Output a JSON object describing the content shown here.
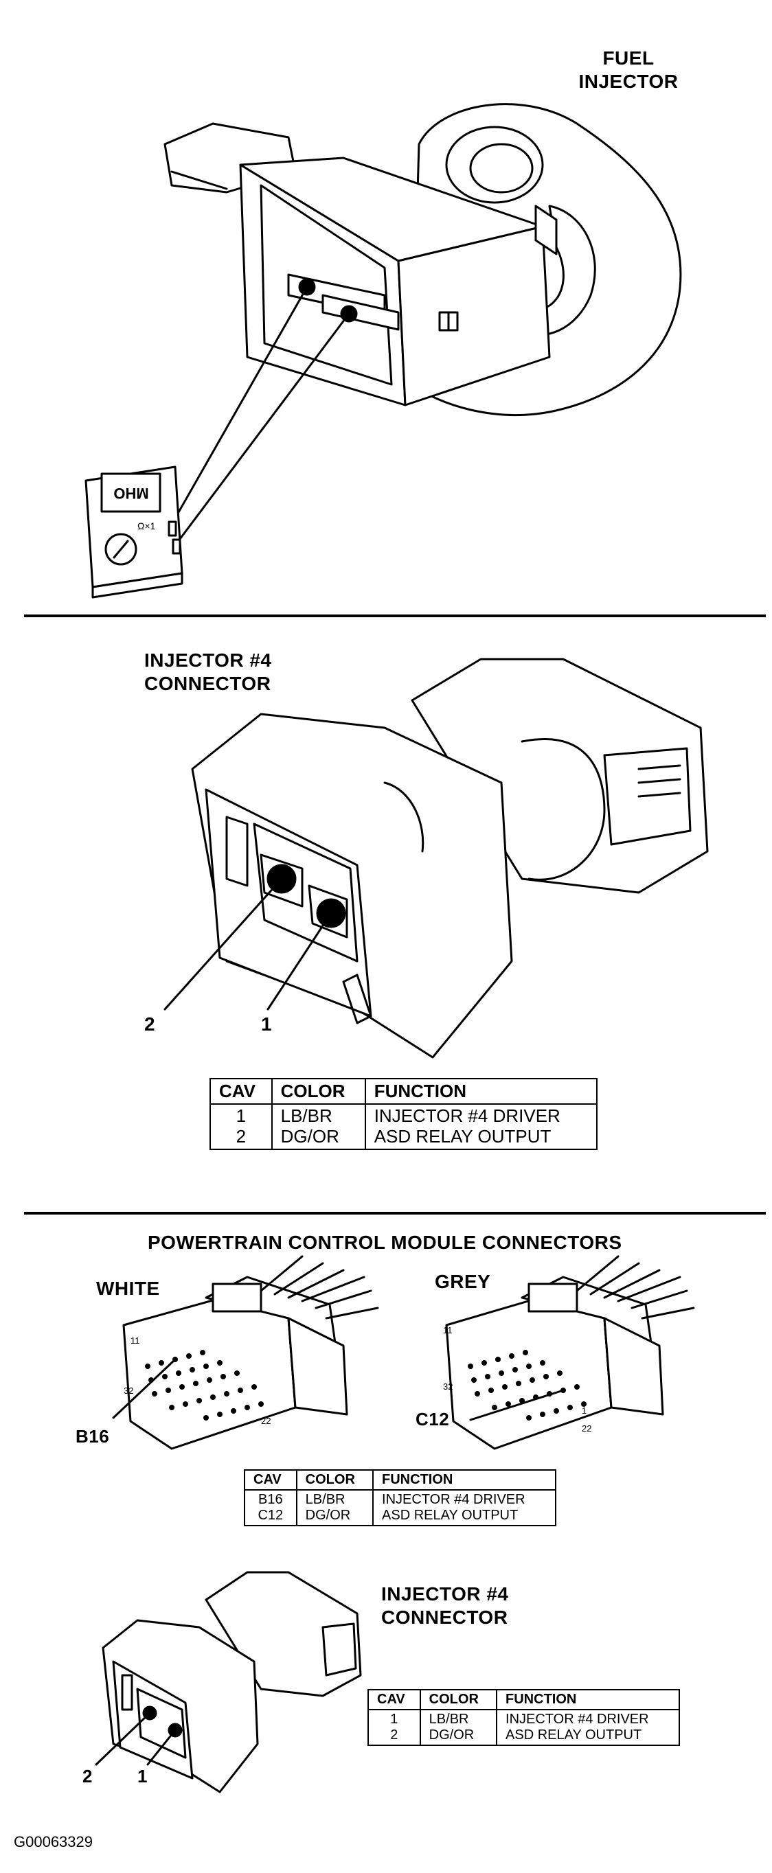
{
  "panel1": {
    "title_line1": "FUEL",
    "title_line2": "INJECTOR",
    "meter_display": "OHM",
    "meter_dial_label": "Ω×1"
  },
  "panel2": {
    "title_line1": "INJECTOR #4",
    "title_line2": "CONNECTOR",
    "pin_labels": [
      "2",
      "1"
    ],
    "table": {
      "headers": [
        "CAV",
        "COLOR",
        "FUNCTION"
      ],
      "rows": [
        [
          "1",
          "LB/BR",
          "INJECTOR #4 DRIVER"
        ],
        [
          "2",
          "DG/OR",
          "ASD RELAY OUTPUT"
        ]
      ]
    }
  },
  "panel3": {
    "title": "POWERTRAIN CONTROL MODULE CONNECTORS",
    "white_label": "WHITE",
    "grey_label": "GREY",
    "white_pin_label": "B16",
    "grey_pin_label": "C12",
    "white_numbers": [
      "11",
      "32",
      "22"
    ],
    "grey_numbers": [
      "11",
      "32",
      "1",
      "22"
    ],
    "table": {
      "headers": [
        "CAV",
        "COLOR",
        "FUNCTION"
      ],
      "rows": [
        [
          "B16",
          "LB/BR",
          "INJECTOR #4 DRIVER"
        ],
        [
          "C12",
          "DG/OR",
          "ASD RELAY OUTPUT"
        ]
      ]
    },
    "injector_title_line1": "INJECTOR #4",
    "injector_title_line2": "CONNECTOR",
    "pin_labels": [
      "2",
      "1"
    ],
    "table2": {
      "headers": [
        "CAV",
        "COLOR",
        "FUNCTION"
      ],
      "rows": [
        [
          "1",
          "LB/BR",
          "INJECTOR #4 DRIVER"
        ],
        [
          "2",
          "DG/OR",
          "ASD RELAY OUTPUT"
        ]
      ]
    }
  },
  "figure_id": "G00063329"
}
